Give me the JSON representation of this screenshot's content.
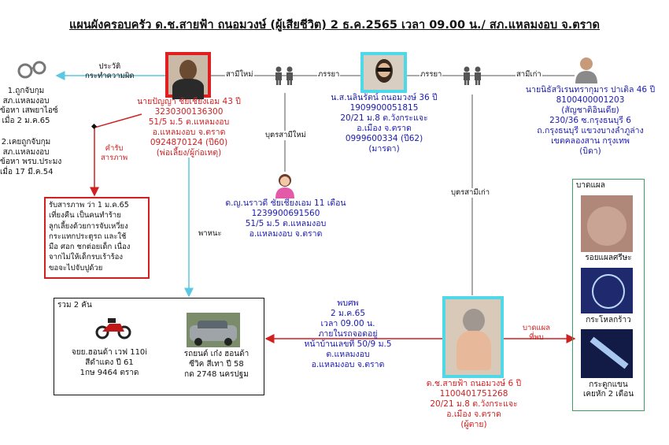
{
  "title": "แผนผังครอบครัว ด.ช.สายฟ้า ถนอมวงษ์ (ผู้เสียชีวิต) 2 ธ.ค.2565 เวลา 09.00 น./ สภ.แหลมงอบ จ.ตราด",
  "labels": {
    "criminal_record": [
      "ประวัติ",
      "กระทำความผิด"
    ],
    "new_husband": "สามีใหม่",
    "wife1": "ภรรยา",
    "wife2": "ภรรยา",
    "old_husband": "สามีเก่า",
    "child_new": "บุตรสามีใหม่",
    "child_old": "บุตรสามีเก่า",
    "confession": [
      "คำรับ",
      "สารภาพ"
    ],
    "vehicle": "พาหนะ",
    "wounds_found": [
      "บาดแผล",
      "ที่พบ"
    ],
    "wounds_box": "บาดแผล"
  },
  "records": [
    [
      "1.ถูกจับกุม",
      "สภ.แหลมงอบ",
      "ข้อหา เสพยาไอซ์",
      "เมื่อ 2 ม.ค.65"
    ],
    [
      "2.เคยถูกจับกุม",
      "สภ.แหลมงอบ",
      "ข้อหา พรบ.ประมง",
      "เมื่อ 17 มี.ค.54"
    ]
  ],
  "stepfather": [
    "นายปัญญา ชัยเชียงเอม 43 ปี",
    "3230300136300",
    "51/5 ม.5 ต.แหลมงอบ",
    "อ.แหลมงอบ จ.ตราด",
    "0924870124 (ปี60)",
    "(พ่อเลี้ยง/ผู้ก่อเหตุ)"
  ],
  "mother": [
    "น.ส.นลินรัตน์ ถนอมวงษ์ 36 ปี",
    "1909900051815",
    "20/21 ม.8 ต.วังกระแจะ",
    "อ.เมือง จ.ตราด",
    "0999600334 (ปี62)",
    "(มารดา)"
  ],
  "father": [
    "นายนิธัสวิเรนทรากุมาร ปาเติล 46 ปี",
    "8100400001203",
    "(สัญชาติอินเดีย)",
    "230/36 ซ.กรุงธนบุรี 6",
    "ถ.กรุงธนบุรี แขวงบางลำภูล่าง",
    "เขตคลองสาน กรุงเทพ",
    "(บิดา)"
  ],
  "halfsister": [
    "ด.ญ.นราวดี ชัยเชียงเอม 11 เดือน",
    "1239900691560",
    "51/5 ม.5 ต.แหลมงอบ",
    "อ.แหลมงอบ จ.ตราด"
  ],
  "confession_text": [
    "รับสารภาพ ว่า 1 ม.ค.65",
    "เที่ยงคืน เป็นคนทำร้าย",
    "ลูกเลี้ยงด้วยการจับเหวี่ยง",
    "กระแทกประตูรถ และใช้",
    "มือ ศอก ชกต่อยเด็ก เนื่อง",
    "จากไม่ให้เด็กรบเร้าร้อง",
    "ขอจะไปจับปูด้วย"
  ],
  "vehicles": {
    "total": "รวม 2 คัน",
    "motorcycle": [
      "จยย.ฮอนด้า เวฟ 110i",
      "สีดำแดง ปี 61",
      "1กษ 9464 ตราด"
    ],
    "car": [
      "รถยนต์ เก๋ง ฮอนด้า",
      "ซีวิค สีเทา ปี 58",
      "กด 2748 นครปฐม"
    ]
  },
  "found": [
    "พบศพ",
    "2 ม.ค.65",
    "เวลา 09.00 น.",
    "ภายในรถจอดอยู่",
    "หน้าบ้านเลขที่ 50/9 ม.5",
    "ต.แหลมงอบ",
    "อ.แหลมงอบ จ.ตราด"
  ],
  "victim": [
    "ด.ช.สายฟ้า ถนอมวงษ์ 6 ปี",
    "1100401751268",
    "20/21 ม.8 ต.วังกระแจะ",
    "อ.เมือง จ.ตราด",
    "(ผู้ตาย)"
  ],
  "wounds": [
    "รอยแผลศรีษะ",
    "กระโหลกร้าว",
    "กระดูกแขน",
    "เคยหัก 2 เดือน"
  ],
  "colors": {
    "red": "#d02020",
    "blue": "#1a1ab0",
    "cyan": "#4fd8e8",
    "arrow_cyan": "#5ac8e0",
    "green": "#3aa060"
  }
}
